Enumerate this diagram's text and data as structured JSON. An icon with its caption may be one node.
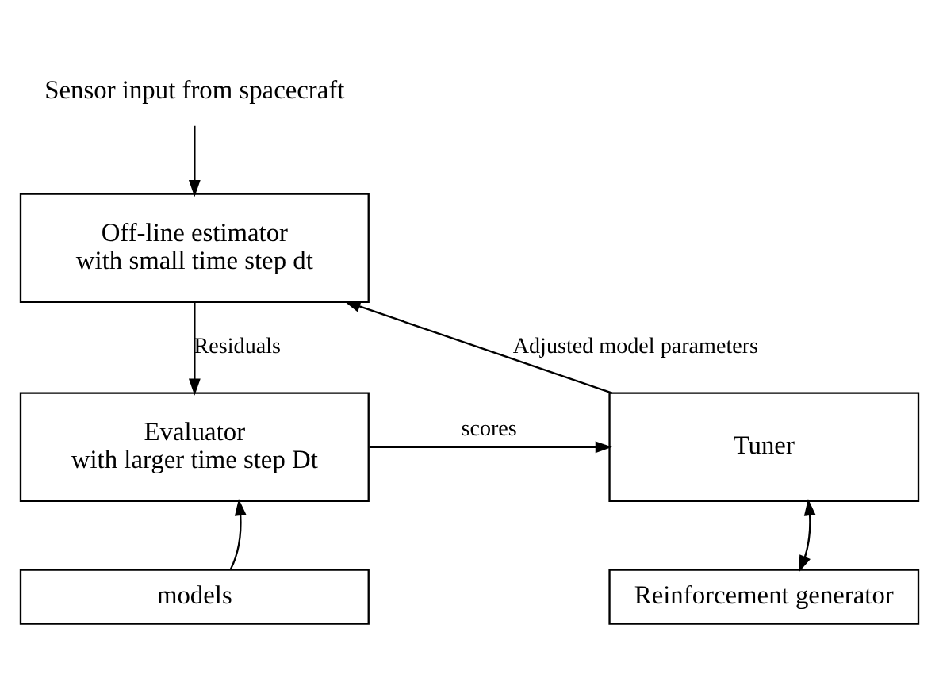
{
  "diagram": {
    "nodes": [
      {
        "text": [
          "Sensor input from spacecraft"
        ]
      },
      {
        "text": [
          "Off-line estimator",
          "with small time step dt"
        ]
      },
      {
        "text": [
          "Evaluator",
          "with larger time step Dt"
        ]
      },
      {
        "text": [
          "Tuner"
        ]
      },
      {
        "text": [
          "models"
        ]
      },
      {
        "text": [
          "Reinforcement generator"
        ]
      }
    ],
    "edges": [
      {
        "from": 0,
        "to": 1,
        "arrow": "to"
      },
      {
        "from": 1,
        "to": 2,
        "arrow": "to",
        "label": "Residuals"
      },
      {
        "from": 2,
        "to": 3,
        "arrow": "to",
        "label": "scores"
      },
      {
        "from": 3,
        "to": 1,
        "arrow": "to",
        "label": "Adjusted model parameters"
      },
      {
        "from": 4,
        "to": 2,
        "arrow": "to"
      },
      {
        "from": 5,
        "to": 3,
        "arrow": "both"
      }
    ]
  }
}
